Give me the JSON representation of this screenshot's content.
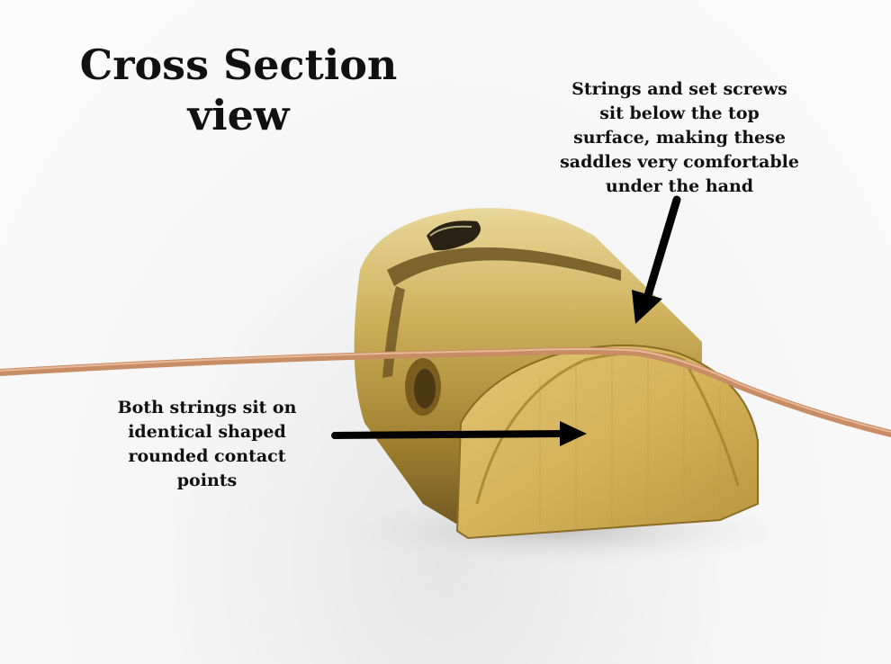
{
  "title": {
    "line1": "Cross Section",
    "line2": "view"
  },
  "annotations": {
    "top_right": [
      "Strings and set screws",
      "sit below the top",
      "surface, making these",
      "saddles very comfortable",
      "under the hand"
    ],
    "left": [
      "Both strings sit on",
      "identical shaped",
      "rounded contact",
      "points"
    ]
  },
  "colors": {
    "brass": "#c9a84e",
    "brass_face": "#d8b95e",
    "string": "#c98d66",
    "arrow": "#000000",
    "text": "#111111"
  }
}
